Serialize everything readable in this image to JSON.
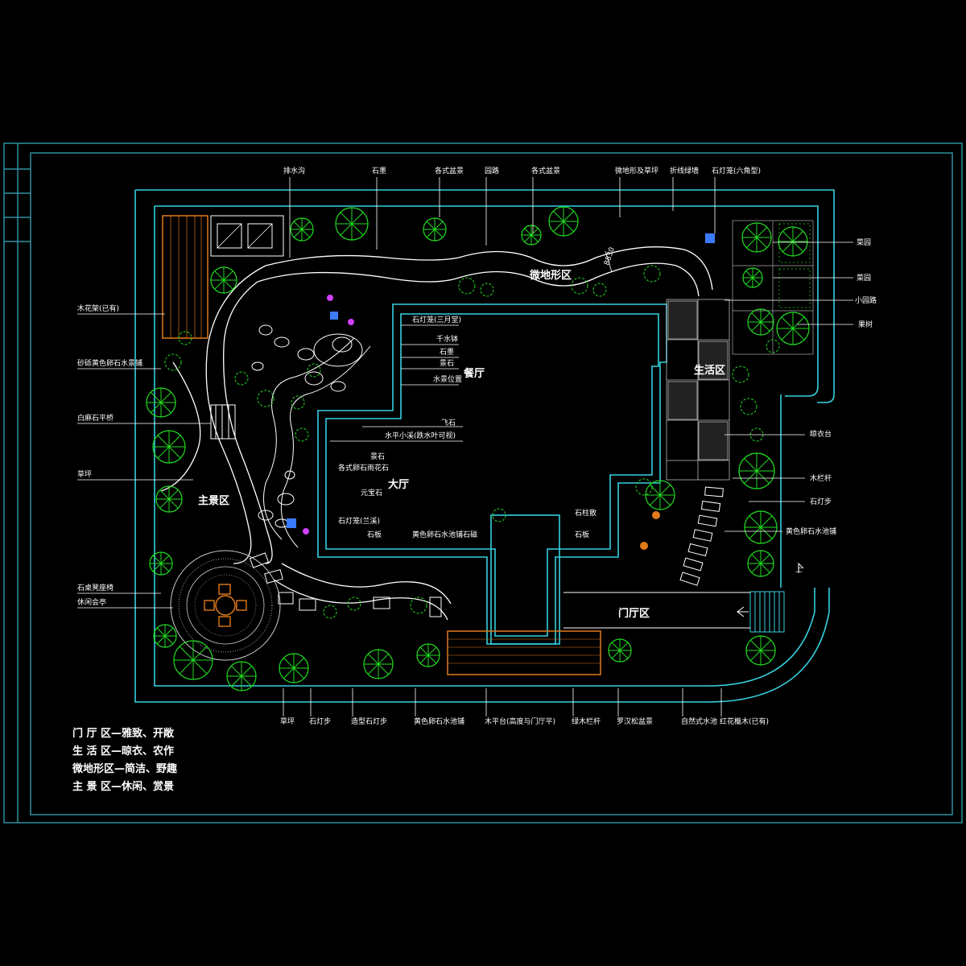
{
  "labels": {
    "top": [
      "排水沟",
      "石墨",
      "各式盆景",
      "园路",
      "各式盆景",
      "微地形及草坪",
      "折线绿墙",
      "石灯笼(六角型)"
    ],
    "right": [
      "菜园",
      "菜园",
      "小园路",
      "果树",
      "晾衣台",
      "木栏杆",
      "石灯步",
      "黄色卵石水池铺"
    ],
    "left": [
      "木花架(已有)",
      "砂砾黄色卵石水景铺",
      "白麻石平桥",
      "草坪",
      "石桌凳座椅",
      "休闲会亭"
    ],
    "bottom": [
      "草坪",
      "石灯步",
      "造型石灯步",
      "黄色卵石水池铺",
      "木平台(高度与门厅平)",
      "绿木栏杆",
      "罗汉松盆景",
      "自然式水池",
      "红花檵木(已有)"
    ],
    "inner_left": [
      "石灯笼(三月堂)",
      "千水钵",
      "石墨",
      "景石",
      "水景位置"
    ],
    "inner_mid": [
      "飞石",
      "水平小溪(跌水叶可视)"
    ],
    "inner_lower": [
      "景石",
      "各式卵石雨花石",
      "元宝石",
      "石灯笼(兰溪)",
      "石板",
      "黄色卵石水池铺石磁"
    ],
    "inner_right": [
      "石柱散",
      "石板"
    ],
    "dim": "8830",
    "up": "上"
  },
  "zones": {
    "dining": "餐厅",
    "living": "大厅",
    "life": "生活区",
    "micro": "微地形区",
    "main": "主景区",
    "foyer": "门厅区"
  },
  "legend": [
    "门 厅 区—雅致、开敞",
    "生 活 区—晾衣、农作",
    "微地形区—简洁、野趣",
    "主 景 区—休闲、赏景"
  ],
  "colors": {
    "background": "#000000",
    "frame": "#2f8fa0",
    "wall": "#36d0e0",
    "plant": "#22dd22",
    "text": "#ffffff",
    "wood": "#e07a1a",
    "accent_blue": "#3a7bff",
    "accent_magenta": "#d040ff"
  }
}
